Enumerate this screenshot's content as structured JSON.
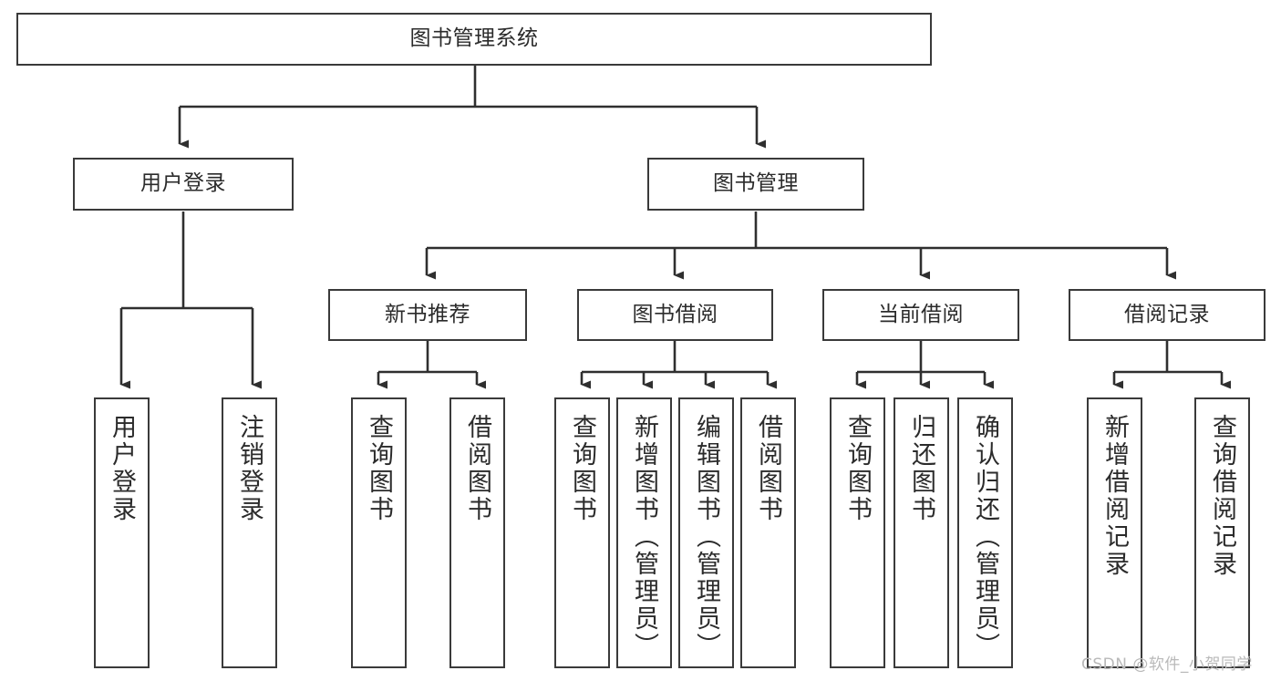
{
  "diagram": {
    "title": "图书管理系统",
    "type": "tree-hierarchy-chart",
    "watermark": "CSDN @软件_小贺同学",
    "colors": {
      "box_border": "#3a3a3a",
      "box_fill": "#ffffff",
      "edge": "#2f2f2f",
      "text": "#2b2b2b",
      "watermark": "#b9b9b9",
      "background": "#ffffff"
    },
    "nodes": {
      "root": {
        "label": "图书管理系统"
      },
      "level2": [
        {
          "label": "用户登录"
        },
        {
          "label": "图书管理"
        }
      ],
      "level3": [
        {
          "label": "新书推荐"
        },
        {
          "label": "图书借阅"
        },
        {
          "label": "当前借阅"
        },
        {
          "label": "借阅记录"
        }
      ],
      "leaves_user_login": [
        {
          "label": "用户登录"
        },
        {
          "label": "注销登录"
        }
      ],
      "leaves_new_book": [
        {
          "label": "查询图书"
        },
        {
          "label": "借阅图书"
        }
      ],
      "leaves_borrow": [
        {
          "label": "查询图书"
        },
        {
          "label": "新增图书（管理员）"
        },
        {
          "label": "编辑图书（管理员）"
        },
        {
          "label": "借阅图书"
        }
      ],
      "leaves_current": [
        {
          "label": "查询图书"
        },
        {
          "label": "归还图书"
        },
        {
          "label": "确认归还（管理员）"
        }
      ],
      "leaves_record": [
        {
          "label": "新增借阅记录"
        },
        {
          "label": "查询借阅记录"
        }
      ]
    }
  }
}
